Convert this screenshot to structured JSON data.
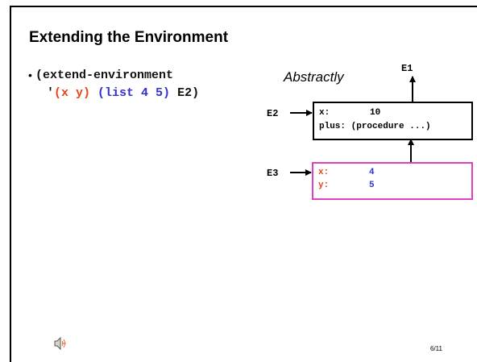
{
  "slide": {
    "title": "Extending the Environment",
    "bullet": {
      "marker": "•",
      "line1": "(extend-environment",
      "quote": "'",
      "vars": "(x y)",
      "vals": "(list 4 5)",
      "env_arg": "E2)"
    },
    "caption": "Abstractly",
    "diagram": {
      "e1_label": "E1",
      "e2_label": "E2",
      "e3_label": "E3",
      "e2_frame": {
        "border_color": "#000000",
        "rows": [
          {
            "name": "x:",
            "value": "10"
          },
          {
            "name": "plus:",
            "value": "(procedure ...)"
          }
        ]
      },
      "e3_frame": {
        "border_color": "#e03fc0",
        "rows": [
          {
            "name": "x:",
            "value": "4"
          },
          {
            "name": "y:",
            "value": "5"
          }
        ]
      }
    },
    "speaker_icon": "speaker-icon",
    "page_number": "6/11",
    "colors": {
      "vars": "#e8451b",
      "vals": "#3333cc"
    }
  }
}
